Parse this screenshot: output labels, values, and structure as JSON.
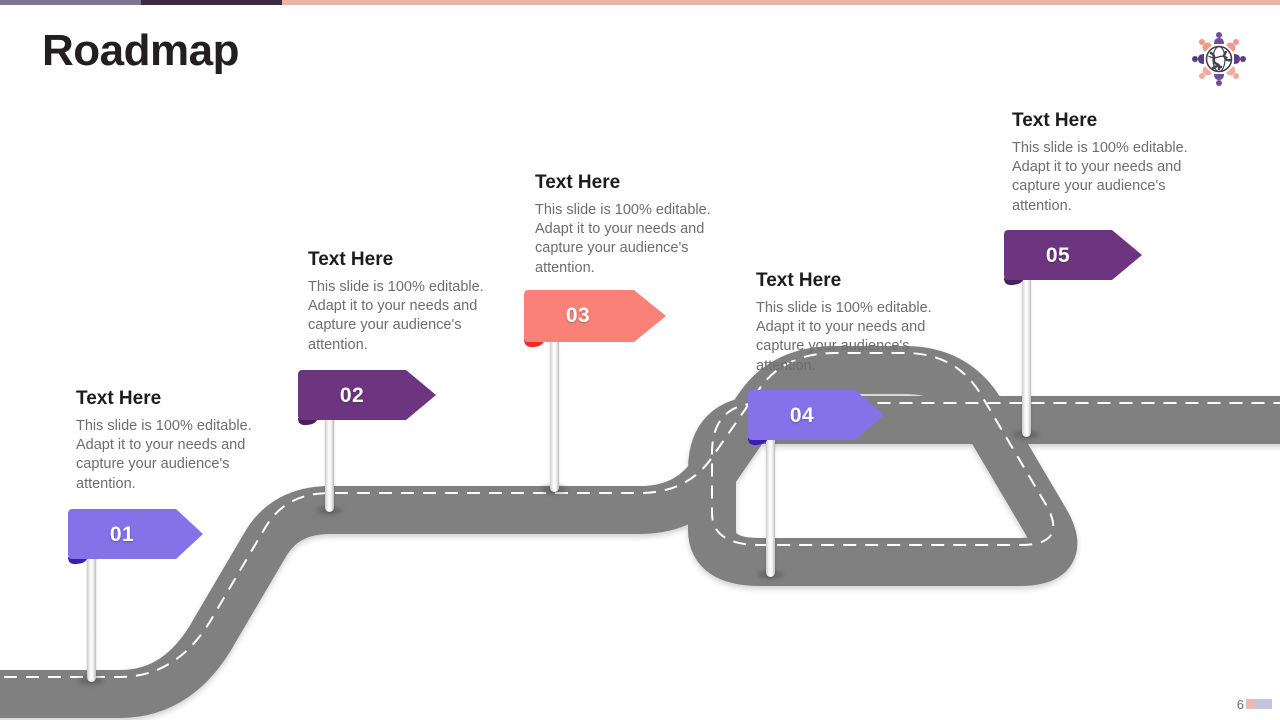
{
  "slide": {
    "title": "Roadmap",
    "page_number": "6",
    "background": "#ffffff"
  },
  "topbar": {
    "segments": [
      {
        "name": "muted-purple",
        "color": "#7e7391"
      },
      {
        "name": "dark-purple",
        "color": "#3d2b45"
      },
      {
        "name": "salmon",
        "color": "#e9b6a6"
      }
    ]
  },
  "logo": {
    "name": "global-people-globe-logo",
    "globe_color": "#3f3a4d",
    "figure_colors": [
      "#6f4e9c",
      "#ef9a8b",
      "#5b3c86",
      "#f2ab9c"
    ]
  },
  "road": {
    "color": "#808080",
    "centerline_color": "#ffffff",
    "centerline_style": "dashed"
  },
  "milestones": [
    {
      "id": "01",
      "number": "01",
      "heading": "Text Here",
      "body": "This slide is 100% editable. Adapt it to your needs and capture your audience's attention.",
      "flag_color": "#8571e8",
      "flag_fold_color": "#3c1fb0"
    },
    {
      "id": "02",
      "number": "02",
      "heading": "Text Here",
      "body": "This slide is 100% editable. Adapt it to your needs and capture your audience's attention.",
      "flag_color": "#6d3580",
      "flag_fold_color": "#4a1f5c"
    },
    {
      "id": "03",
      "number": "03",
      "heading": "Text Here",
      "body": "This slide is 100% editable. Adapt it to your needs and capture your audience's attention.",
      "flag_color": "#fa8177",
      "flag_fold_color": "#ee2b2b"
    },
    {
      "id": "04",
      "number": "04",
      "heading": "Text Here",
      "body": "This slide is 100% editable. Adapt it to your needs and capture your audience's attention.",
      "flag_color": "#8571e8",
      "flag_fold_color": "#3c1fb0"
    },
    {
      "id": "05",
      "number": "05",
      "heading": "Text Here",
      "body": "This slide is 100% editable. Adapt it to your needs and capture your audience's attention.",
      "flag_color": "#6d3580",
      "flag_fold_color": "#4a1f5c"
    }
  ]
}
